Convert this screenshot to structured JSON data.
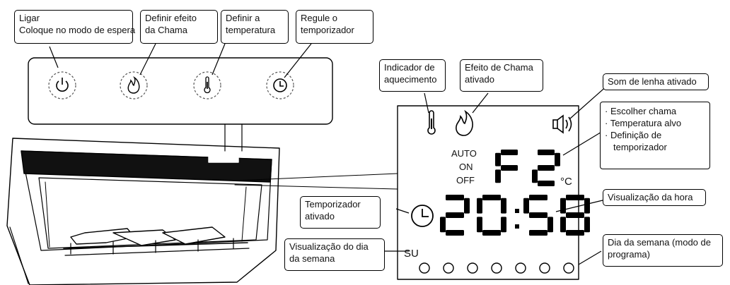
{
  "callouts": {
    "ligar": [
      "Ligar",
      "Coloque no modo de espera"
    ],
    "definir_chama": [
      "Definir efeito",
      "da Chama"
    ],
    "definir_temp": [
      "Definir a",
      "temperatura"
    ],
    "regule_temp": [
      "Regule o",
      "temporizador"
    ],
    "indicador_aquec": [
      "Indicador de",
      "aquecimento"
    ],
    "efeito_chama": [
      "Efeito de Chama",
      "ativado"
    ],
    "som_lenha": "Som de lenha ativado",
    "escolher": [
      "· Escolher chama",
      "· Temperatura alvo",
      "· Definição de",
      "temporizador"
    ],
    "temporizador_ativado": [
      "Temporizador",
      "ativado"
    ],
    "visualizacao_hora": "Visualização da hora",
    "visualizacao_dia": [
      "Visualização do dia",
      "da semana"
    ],
    "dia_semana_prog": [
      "Dia da semana (modo de",
      "programa)"
    ]
  },
  "display": {
    "mode_auto": "AUTO",
    "mode_on": "ON",
    "mode_off": "OFF",
    "flame_setting": "F2",
    "unit": "°C",
    "time": "20:58",
    "weekday": "SU",
    "weekday_dot_count": 7
  },
  "icons": [
    "power-icon",
    "flame-icon",
    "thermometer-icon",
    "clock-icon",
    "speaker-icon"
  ]
}
